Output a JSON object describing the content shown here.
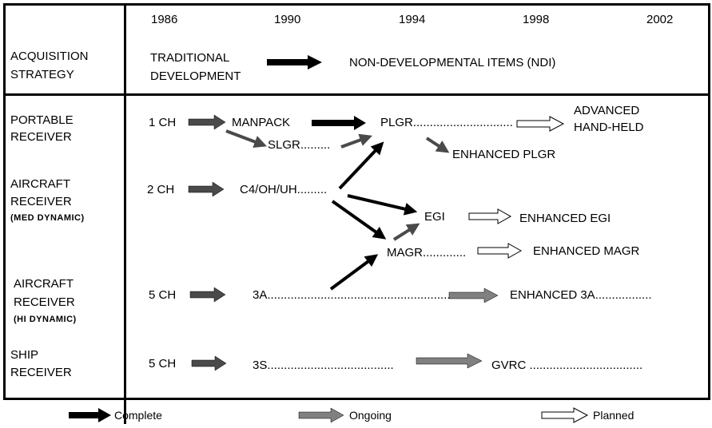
{
  "years": [
    "1986",
    "1990",
    "1994",
    "1998",
    "2002"
  ],
  "rows": {
    "acquisition": [
      "ACQUISITION",
      "STRATEGY"
    ],
    "portable": [
      "PORTABLE",
      "RECEIVER"
    ],
    "aircraft_med": [
      "AIRCRAFT",
      "RECEIVER",
      "(MED DYNAMIC)"
    ],
    "aircraft_hi": [
      "AIRCRAFT",
      "RECEIVER",
      "(HI DYNAMIC)"
    ],
    "ship": [
      "SHIP",
      "RECEIVER"
    ]
  },
  "strategy": {
    "from": [
      "TRADITIONAL",
      "DEVELOPMENT"
    ],
    "to": "NON-DEVELOPMENTAL ITEMS (NDI)"
  },
  "nodes": {
    "ch1": "1 CH",
    "manpack": "MANPACK",
    "slgr": "SLGR.........",
    "plgr": "PLGR..............................",
    "advanced": [
      "ADVANCED",
      "HAND-HELD"
    ],
    "enh_plgr": "ENHANCED PLGR",
    "ch2": "2 CH",
    "c4": "C4/OH/UH.........",
    "egi": "EGI",
    "enh_egi": "ENHANCED EGI",
    "magr": "MAGR.............",
    "enh_magr": "ENHANCED MAGR",
    "ch5a": "5 CH",
    "a3": "3A..................................................................",
    "enh_3a": "ENHANCED 3A.................",
    "ch5s": "5 CH",
    "s3": "3S......................................",
    "gvrc": "GVRC .................................."
  },
  "legend": {
    "complete": "Complete",
    "ongoing": "Ongoing",
    "planned": "Planned"
  },
  "colors": {
    "complete": "#000000",
    "ongoing": "#808080",
    "ongoing_dark": "#4a4a4a",
    "planned": "#ffffff"
  }
}
